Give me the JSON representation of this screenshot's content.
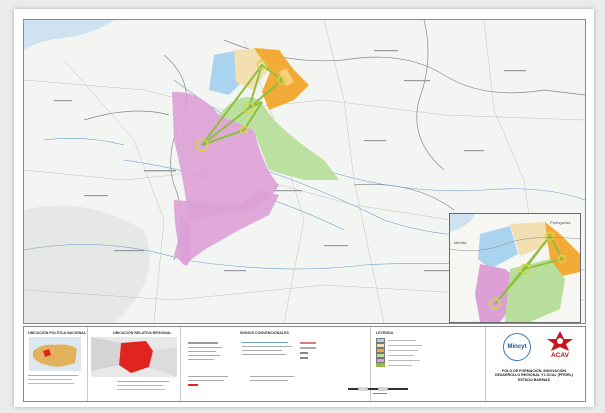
{
  "legend": {
    "section_political": "UBICACIÓN POLÍTICA NACIONAL",
    "section_regional": "UBICACIÓN RELATIVA REGIONAL",
    "section_conventional": "SIGNOS CONVENCIONALES",
    "section_legend": "LEYENDA",
    "institution_line1": "POLO DE FORMACIÓN, INNOVACIÓN",
    "institution_line2": "DESARROLLO REGIONAL Y LOCAL (PFIDRL)",
    "institution_line3": "ESTADO BARINAS",
    "logo_left": "Mincyt",
    "logo_right": "ACAV"
  },
  "colors": {
    "pink_zone": "#dca0d6",
    "green_zone": "#b7de9a",
    "orange_zone": "#f2ab36",
    "blue_zone": "#a9d3ee",
    "beige_zone": "#f3dfb2",
    "network_line": "#8dbf3c",
    "node_ring": "#d7d34a",
    "river": "#6f9fcf",
    "state_highlight": "#e0251f"
  },
  "map": {
    "inset_label_left": "Mérida",
    "inset_label_right": "Portuguesa"
  }
}
